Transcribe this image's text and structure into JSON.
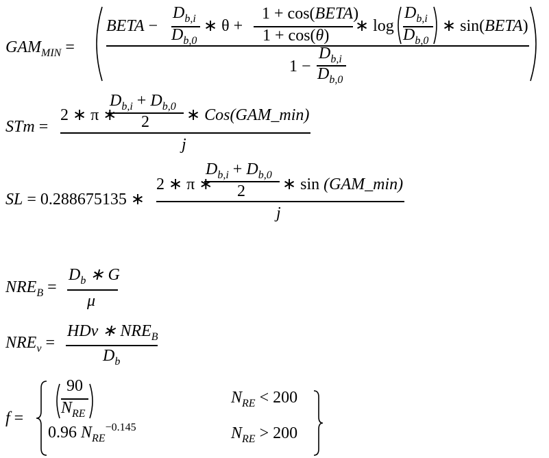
{
  "eq1": {
    "lhs": "GAM",
    "lhs_sub": "MIN",
    "eq": " =",
    "beta": "BETA",
    "minus": " − ",
    "D": "D",
    "sub_bi": "b,i",
    "sub_b0": "b,0",
    "times_theta_plus": "∗ θ +",
    "cos_num": "1 + cos(",
    "beta2": "BETA",
    "close": ")",
    "cos_den": "1 + cos(",
    "theta": "θ",
    "times_log": "∗ log",
    "times_sin": "∗ sin(",
    "beta3": "BETA",
    "one_minus": "1 − "
  },
  "eq2": {
    "lhs": "STm",
    "eq": " =",
    "two_pi": "2 ∗ π ∗",
    "D": "D",
    "sub_bi": "b,i",
    "plus": " + ",
    "sub_b0": "b,0",
    "two": "2",
    "times": "∗ ",
    "cos": "Cos(GAM_min)",
    "j": "j"
  },
  "eq3": {
    "lhs": "SL",
    "eq": " = 0.288675135 ∗",
    "two_pi": "2 ∗ π ∗",
    "D": "D",
    "sub_bi": "b,i",
    "plus": " + ",
    "sub_b0": "b,0",
    "two": "2",
    "times": "∗ sin ",
    "sin": "(GAM_min)",
    "j": "j"
  },
  "eq4": {
    "lhs": "NRE",
    "lhs_sub": "B",
    "eq": " =",
    "D": "D",
    "sub_b": "b",
    "times": "  ∗ G",
    "mu": "μ"
  },
  "eq5": {
    "lhs": "NRE",
    "lhs_sub": "v",
    "eq": " =",
    "num": "HDv ∗ NRE",
    "num_sub": "B",
    "D": "D",
    "sub_b": "b"
  },
  "eq6": {
    "lhs": "f",
    "eq": " =",
    "ninety": "90",
    "N": "N",
    "sub_re": "RE",
    "coef": "0.96 ",
    "exp": "−0.145",
    "lt": " < 200",
    "gt": " > 200"
  }
}
